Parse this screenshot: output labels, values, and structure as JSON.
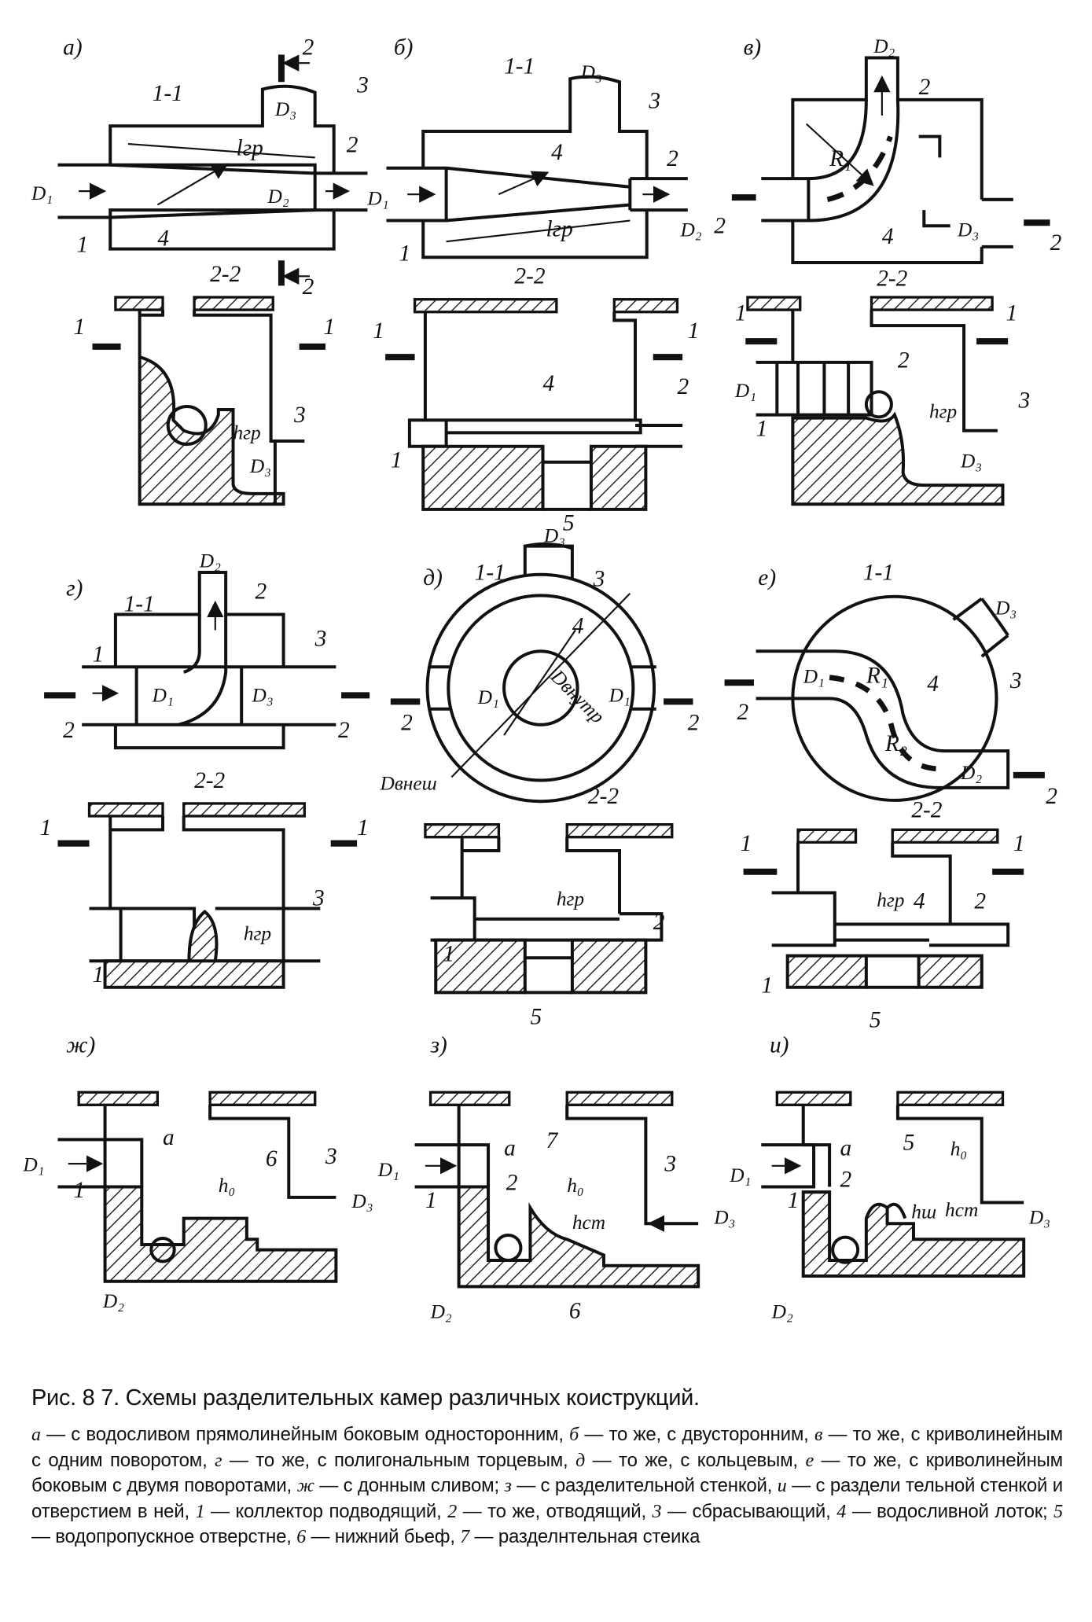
{
  "figure": {
    "marks": {
      "one": "1",
      "two": "2",
      "three": "3",
      "four": "4",
      "five": "5",
      "six": "6",
      "seven": "7"
    },
    "plan_label": "1-1",
    "section_label": "2-2",
    "dims": {
      "D1": "D₁",
      "D2": "D₂",
      "D3": "D₃",
      "l_gr": "lгр",
      "h_gr": "hгр",
      "R1": "R₁",
      "R2": "R₂",
      "D_inner": "Dвнутр",
      "D_outer": "Dвнеш",
      "a": "a",
      "h0": "h₀",
      "h_st": "hст",
      "h_sh": "hш"
    },
    "panels": [
      {
        "letter": "а)"
      },
      {
        "letter": "б)"
      },
      {
        "letter": "в)"
      },
      {
        "letter": "г)"
      },
      {
        "letter": "д)"
      },
      {
        "letter": "е)"
      },
      {
        "letter": "ж)"
      },
      {
        "letter": "з)"
      },
      {
        "letter": "и)"
      }
    ]
  },
  "caption": {
    "title": "Рис. 8 7. Схемы разделительных камер различных коиструкций.",
    "items": [
      {
        "key": "а",
        "text": " — с водосливом прямолинейным боковым односторонним, "
      },
      {
        "key": "б",
        "text": " — то же, с двусторонним, "
      },
      {
        "key": "в",
        "text": " — то же, с криволинейным с одним поворотом, "
      },
      {
        "key": "г",
        "text": " — то же, с полигональным торцевым, "
      },
      {
        "key": "д",
        "text": " — то же, с кольцевым, "
      },
      {
        "key": "е",
        "text": " — то же, с криволинейным боковым с двумя поворотами, "
      },
      {
        "key": "ж",
        "text": " — с донным сливом; "
      },
      {
        "key": "з",
        "text": " — с разделительной стенкой, "
      },
      {
        "key": "и",
        "text": " — с раздели тельной стенкой и отверстием в ней, "
      },
      {
        "key": "1",
        "text": " — коллектор подводящий, "
      },
      {
        "key": "2",
        "text": " — то же, отводящий, "
      },
      {
        "key": "3",
        "text": " — сбрасывающий, "
      },
      {
        "key": "4",
        "text": " — водосливной лоток; "
      },
      {
        "key": "5",
        "text": " — водопропускное отверстне, "
      },
      {
        "key": "6",
        "text": " — нижний бьеф, "
      },
      {
        "key": "7",
        "text": " — разделнтельная стеика"
      }
    ]
  }
}
